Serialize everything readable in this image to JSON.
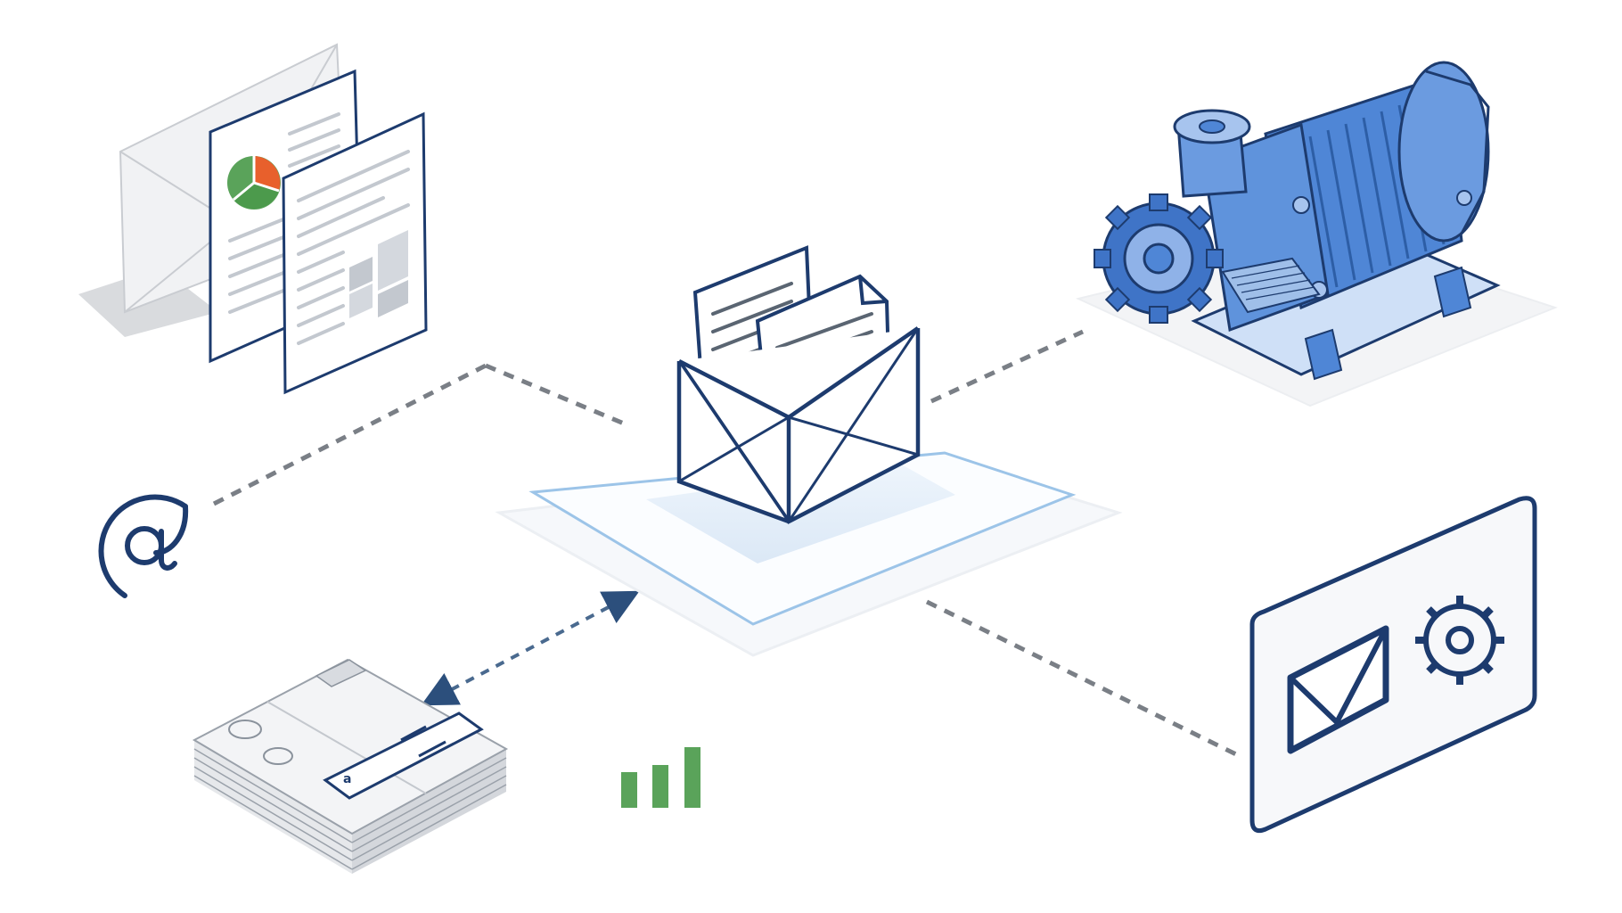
{
  "diagram": {
    "nodes": [
      {
        "id": "hub",
        "icon": "mail-inbox-icon"
      },
      {
        "id": "documents",
        "icon": "documents-with-pie-chart-icon"
      },
      {
        "id": "email-address",
        "icon": "at-sign-icon"
      },
      {
        "id": "parcels",
        "icon": "parcel-stack-icon"
      },
      {
        "id": "analytics",
        "icon": "bar-chart-icon"
      },
      {
        "id": "machinery",
        "icon": "industrial-pump-motor-icon"
      },
      {
        "id": "mail-settings",
        "icon": "mail-gear-panel-icon"
      }
    ],
    "connections": [
      {
        "from": "documents",
        "to": "hub",
        "style": "dashed"
      },
      {
        "from": "email-address",
        "to": "hub",
        "style": "dashed"
      },
      {
        "from": "hub",
        "to": "machinery",
        "style": "dashed"
      },
      {
        "from": "hub",
        "to": "mail-settings",
        "style": "dashed"
      },
      {
        "from": "hub",
        "to": "parcels",
        "style": "dashed-bidirectional-arrow"
      }
    ],
    "colors": {
      "navy": "#1d3b6e",
      "machine_blue": "#4f86d6",
      "chart_green": "#5aa35a",
      "pie_orange": "#e8602c",
      "connector_gray": "#7a7f86"
    }
  },
  "parcel_label": {
    "glyph": "a"
  }
}
